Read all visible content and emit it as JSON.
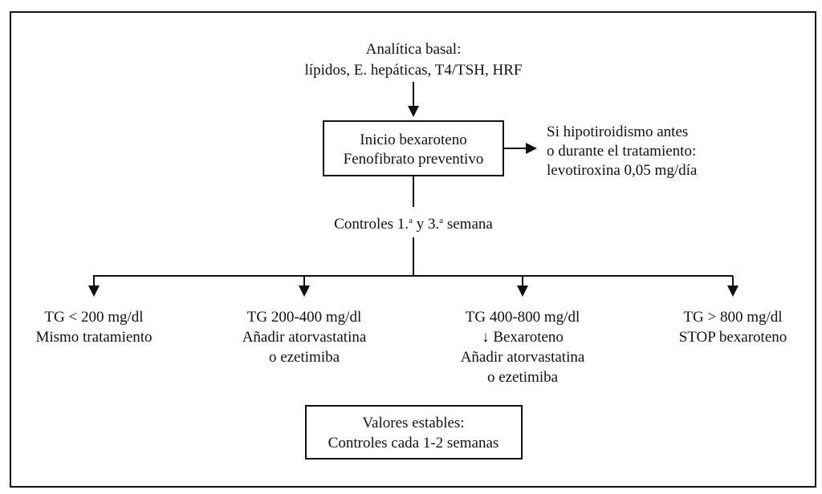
{
  "baseline": {
    "line1": "Analítica basal:",
    "line2": "lípidos, E. hepáticas, T4/TSH, HRF"
  },
  "start_box": {
    "line1": "Inicio bexaroteno",
    "line2": "Fenofibrato preventivo"
  },
  "thyroid_note": {
    "line1": "Si hipotiroidismo antes",
    "line2": "o durante el tratamiento:",
    "line3": "levotiroxina 0,05 mg/día"
  },
  "controls": {
    "prefix": "Controles 1.",
    "sup1": "a",
    "middle": " y 3.",
    "sup2": "a",
    "suffix": " semana"
  },
  "branches": [
    {
      "lines": [
        "TG < 200 mg/dl",
        "Mismo tratamiento"
      ]
    },
    {
      "lines": [
        "TG 200-400 mg/dl",
        "Añadir atorvastatina",
        "o ezetimiba"
      ]
    },
    {
      "lines": [
        "TG 400-800 mg/dl",
        "↓ Bexaroteno",
        "Añadir atorvastatina",
        "o ezetimiba"
      ]
    },
    {
      "lines": [
        "TG > 800 mg/dl",
        "STOP bexaroteno"
      ]
    }
  ],
  "stable_box": {
    "line1": "Valores estables:",
    "line2": "Controles cada 1-2 semanas"
  }
}
